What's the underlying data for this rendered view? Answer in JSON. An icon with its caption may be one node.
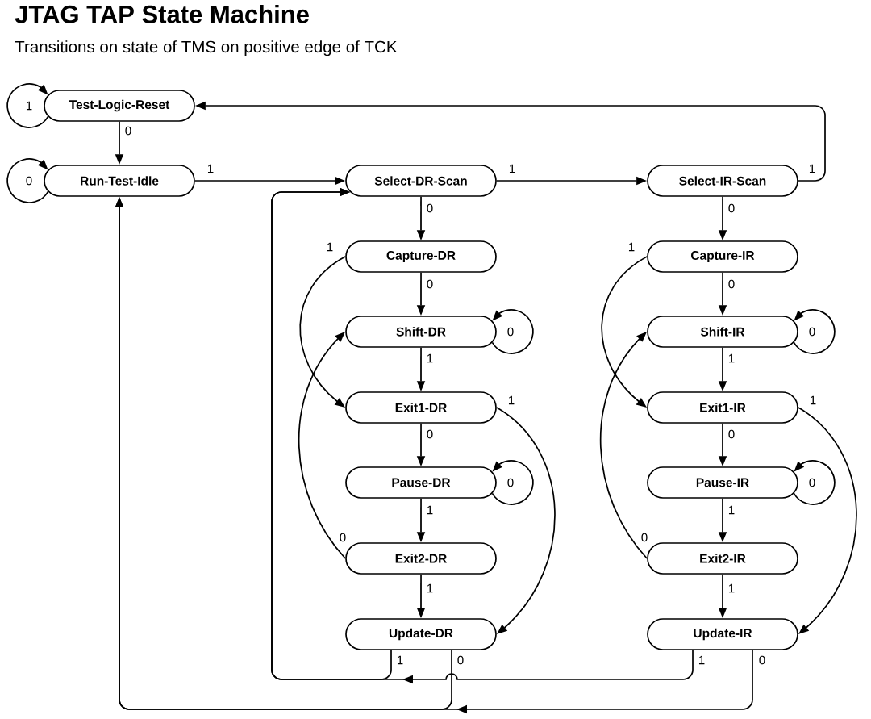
{
  "diagram": {
    "title": "JTAG TAP State Machine",
    "nodes": [
      {
        "text": [
          "Test-Logic-Reset"
        ]
      },
      {
        "text": [
          "Run-Test-Idle"
        ]
      },
      {
        "text": [
          "Select-DR-Scan"
        ]
      },
      {
        "text": [
          "Select-IR-Scan"
        ]
      },
      {
        "text": [
          "Capture-DR"
        ]
      },
      {
        "text": [
          "Capture-IR"
        ]
      },
      {
        "text": [
          "Shift-DR"
        ]
      },
      {
        "text": [
          "Shift-IR"
        ]
      },
      {
        "text": [
          "Exit1-DR"
        ]
      },
      {
        "text": [
          "Exit1-IR"
        ]
      },
      {
        "text": [
          "Pause-DR"
        ]
      },
      {
        "text": [
          "Pause-IR"
        ]
      },
      {
        "text": [
          "Exit2-DR"
        ]
      },
      {
        "text": [
          "Exit2-IR"
        ]
      },
      {
        "text": [
          "Update-DR"
        ]
      },
      {
        "text": [
          "Update-IR"
        ]
      }
    ],
    "edges": [
      {
        "from": 0,
        "to": 0,
        "arrow": "to",
        "label": "1"
      },
      {
        "from": 0,
        "to": 1,
        "arrow": "to",
        "label": "0"
      },
      {
        "from": 1,
        "to": 1,
        "arrow": "to",
        "label": "0"
      },
      {
        "from": 1,
        "to": 2,
        "arrow": "to",
        "label": "1"
      },
      {
        "from": 2,
        "to": 3,
        "arrow": "to",
        "label": "1"
      },
      {
        "from": 3,
        "to": 0,
        "arrow": "to",
        "label": "1"
      },
      {
        "from": 2,
        "to": 4,
        "arrow": "to",
        "label": "0"
      },
      {
        "from": 4,
        "to": 6,
        "arrow": "to",
        "label": "0"
      },
      {
        "from": 4,
        "to": 8,
        "arrow": "to",
        "label": "1"
      },
      {
        "from": 6,
        "to": 6,
        "arrow": "to",
        "label": "0"
      },
      {
        "from": 6,
        "to": 8,
        "arrow": "to",
        "label": "1"
      },
      {
        "from": 8,
        "to": 10,
        "arrow": "to",
        "label": "0"
      },
      {
        "from": 8,
        "to": 14,
        "arrow": "to",
        "label": "1"
      },
      {
        "from": 10,
        "to": 10,
        "arrow": "to",
        "label": "0"
      },
      {
        "from": 10,
        "to": 12,
        "arrow": "to",
        "label": "1"
      },
      {
        "from": 12,
        "to": 6,
        "arrow": "to",
        "label": "0"
      },
      {
        "from": 12,
        "to": 14,
        "arrow": "to",
        "label": "1"
      },
      {
        "from": 14,
        "to": 2,
        "arrow": "to",
        "label": "1"
      },
      {
        "from": 14,
        "to": 1,
        "arrow": "to",
        "label": "0"
      },
      {
        "from": 3,
        "to": 5,
        "arrow": "to",
        "label": "0"
      },
      {
        "from": 5,
        "to": 7,
        "arrow": "to",
        "label": "0"
      },
      {
        "from": 5,
        "to": 9,
        "arrow": "to",
        "label": "1"
      },
      {
        "from": 7,
        "to": 7,
        "arrow": "to",
        "label": "0"
      },
      {
        "from": 7,
        "to": 9,
        "arrow": "to",
        "label": "1"
      },
      {
        "from": 9,
        "to": 11,
        "arrow": "to",
        "label": "0"
      },
      {
        "from": 9,
        "to": 15,
        "arrow": "to",
        "label": "1"
      },
      {
        "from": 11,
        "to": 11,
        "arrow": "to",
        "label": "0"
      },
      {
        "from": 11,
        "to": 13,
        "arrow": "to",
        "label": "1"
      },
      {
        "from": 13,
        "to": 7,
        "arrow": "to",
        "label": "0"
      },
      {
        "from": 13,
        "to": 15,
        "arrow": "to",
        "label": "1"
      },
      {
        "from": 15,
        "to": 2,
        "arrow": "to",
        "label": "1"
      },
      {
        "from": 15,
        "to": 1,
        "arrow": "to",
        "label": "0"
      }
    ],
    "labels": [
      "Transitions on state of TMS on positive edge of TCK"
    ]
  }
}
